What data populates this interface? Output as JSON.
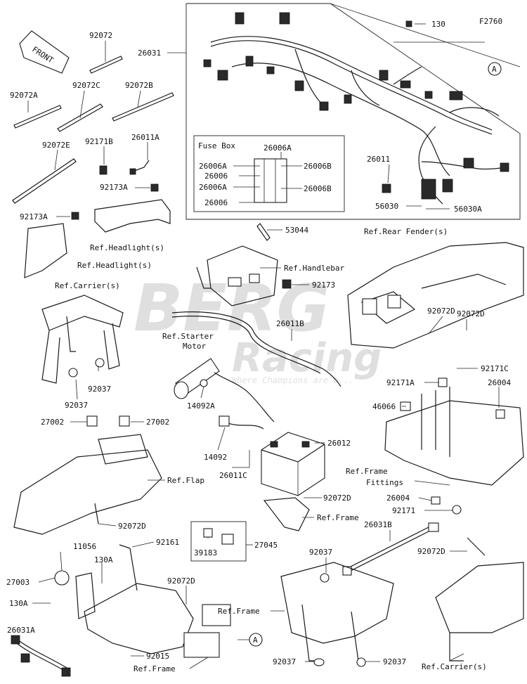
{
  "diagram_code": "F2760",
  "front_label": "FRONT",
  "watermark": {
    "brand": "BERG",
    "sub": "Racing",
    "tagline": "Where Champions are b..."
  },
  "fuse_box": {
    "title": "Fuse Box",
    "labels": [
      "26006A",
      "26006A",
      "26006",
      "26006A",
      "26006",
      "26006B",
      "26006B"
    ]
  },
  "callout_a": "A",
  "part_labels": {
    "p92072_top": "92072",
    "p26031": "26031",
    "p130_top": "130",
    "p92072A": "92072A",
    "p92072C": "92072C",
    "p92072B": "92072B",
    "p92072E": "92072E",
    "p92171B": "92171B",
    "p26011A": "26011A",
    "p92173A_r": "92173A",
    "p92173A_l": "92173A",
    "p26011": "26011",
    "p56030": "56030",
    "p56030A": "56030A",
    "p53044": "53044",
    "p92173": "92173",
    "p26011B": "26011B",
    "p92072D_a": "92072D",
    "p92072D_b": "92072D",
    "p92171C": "92171C",
    "p92171A": "92171A",
    "p26004_a": "26004",
    "p46066": "46066",
    "p14092A": "14092A",
    "p92037_a": "92037",
    "p92037_b": "92037",
    "p27002_l": "27002",
    "p27002_r": "27002",
    "p14092": "14092",
    "p26012": "26012",
    "p26011C": "26011C",
    "p92072D_c": "92072D",
    "p26004_b": "26004",
    "p92171": "92171",
    "p92072D_d": "92072D",
    "p26031B": "26031B",
    "p27045": "27045",
    "p39183": "39183",
    "p11056": "11056",
    "p92161": "92161",
    "p27003": "27003",
    "p130A_a": "130A",
    "p130A_b": "130A",
    "p92072D_e": "92072D",
    "p92037_c": "92037",
    "p92072D_f": "92072D",
    "p26031A": "26031A",
    "p92015": "92015",
    "p92037_d": "92037",
    "p92037_e": "92037"
  },
  "references": {
    "headlight_1": "Ref.Headlight(s)",
    "headlight_2": "Ref.Headlight(s)",
    "carrier_top": "Ref.Carrier(s)",
    "rear_fender": "Ref.Rear Fender(s)",
    "handlebar": "Ref.Handlebar",
    "starter_1": "Ref.Starter",
    "starter_2": "Motor",
    "flap": "Ref.Flap",
    "frame_fittings_1": "Ref.Frame",
    "frame_fittings_2": "Fittings",
    "frame_mid": "Ref.Frame",
    "frame_low": "Ref.Frame",
    "frame_bottom": "Ref.Frame",
    "carrier_bottom": "Ref.Carrier(s)"
  }
}
